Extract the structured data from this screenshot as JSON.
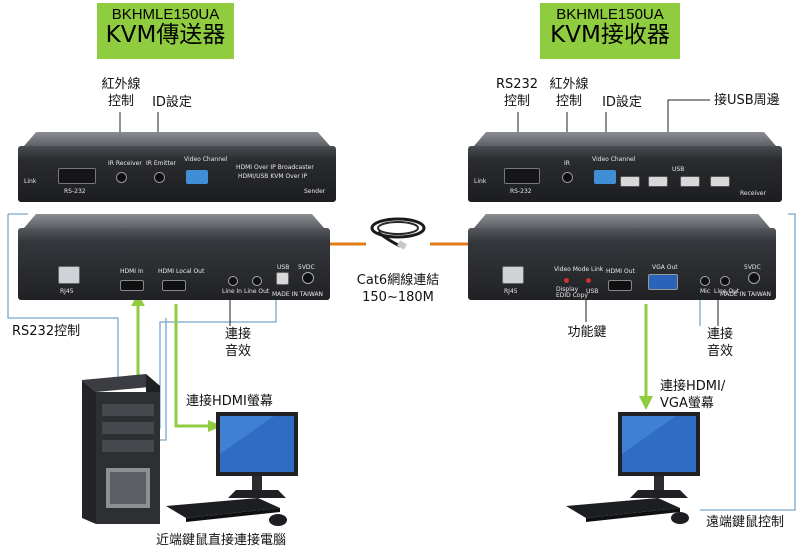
{
  "sender": {
    "model": "BKHMLE150UA",
    "name": "KVM傳送器",
    "labels": {
      "ir": "紅外線\n控制",
      "id": "ID設定",
      "rs232": "RS232控制",
      "audio": "連接\n音效",
      "hdmi": "連接HDMI螢幕",
      "local": "近端鍵鼠直接連接電腦"
    },
    "panel_front": {
      "line1": "HDMI Over IP Broadcaster",
      "line2": "HDMI/USB KVM Over IP",
      "brand": "Sender",
      "rs232": "RS-232",
      "ir_rx": "IR Receiver",
      "ir_tx": "IR Emitter",
      "vch": "Video Channel",
      "link": "Link"
    },
    "panel_back": {
      "rj45": "RJ45",
      "hdmi_in": "HDMI In",
      "hdmi_local": "HDMI Local Out",
      "line_in": "Line In",
      "line_out": "Line Out",
      "usb": "USB",
      "dc": "5VDC",
      "made": "MADE IN TAIWAN"
    }
  },
  "receiver": {
    "model": "BKHMLE150UA",
    "name": "KVM接收器",
    "labels": {
      "rs232": "RS232\n控制",
      "ir": "紅外線\n控制",
      "id": "ID設定",
      "usb": "接USB周邊",
      "func": "功能鍵",
      "audio": "連接\n音效",
      "display": "連接HDMI/\nVGA螢幕",
      "remote": "遠端鍵鼠控制"
    },
    "panel_front": {
      "brand": "Receiver",
      "rs232": "RS-232",
      "ir": "IR",
      "vch": "Video Channel",
      "usb": "USB",
      "link": "Link"
    },
    "panel_back": {
      "rj45": "RJ45",
      "mode": "Video Mode Link",
      "display": "Display",
      "edid": "EDID Copy",
      "usb": "USB",
      "hdmi_out": "HDMI Out",
      "vga_out": "VGA Out",
      "mic": "Mic",
      "line_out": "Line Out",
      "dc": "5VDC",
      "made": "MADE IN TAIWAN"
    }
  },
  "cable": {
    "label": "Cat6網線連結\n150~180M"
  },
  "colors": {
    "title_bg": "#8fcc3f",
    "cable": "#e07b1a",
    "signal_green": "#8fcc3f",
    "wire_blue": "#7aa7c8"
  }
}
